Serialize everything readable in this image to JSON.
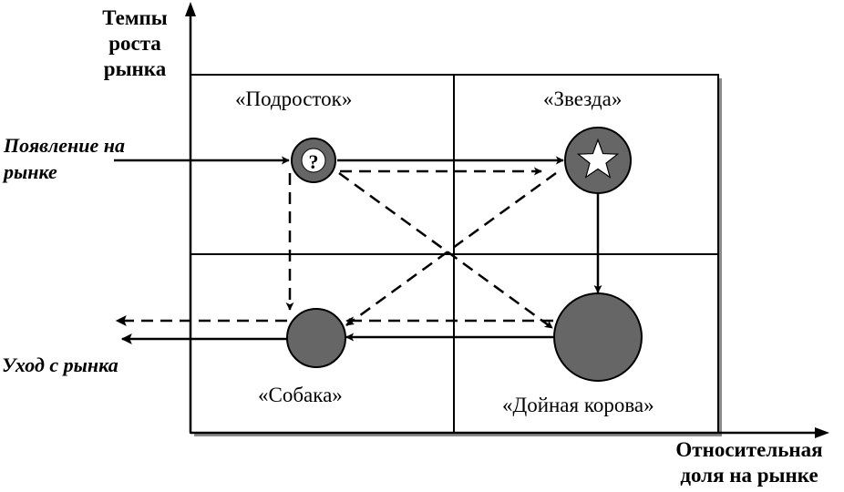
{
  "axes": {
    "y_label": "Темпы роста рынка",
    "x_label": "Относительная доля на рынке"
  },
  "quadrants": {
    "question": "«Подросток»",
    "star": "«Звезда»",
    "dog": "«Собака»",
    "cow": "«Дойная корова»"
  },
  "side_labels": {
    "entry": "Появление на рынке",
    "exit": "Уход с рынка"
  },
  "icons": {
    "question_mark": "?",
    "star": "star-icon"
  },
  "colors": {
    "circle_fill": "#666666",
    "line": "#000000"
  }
}
